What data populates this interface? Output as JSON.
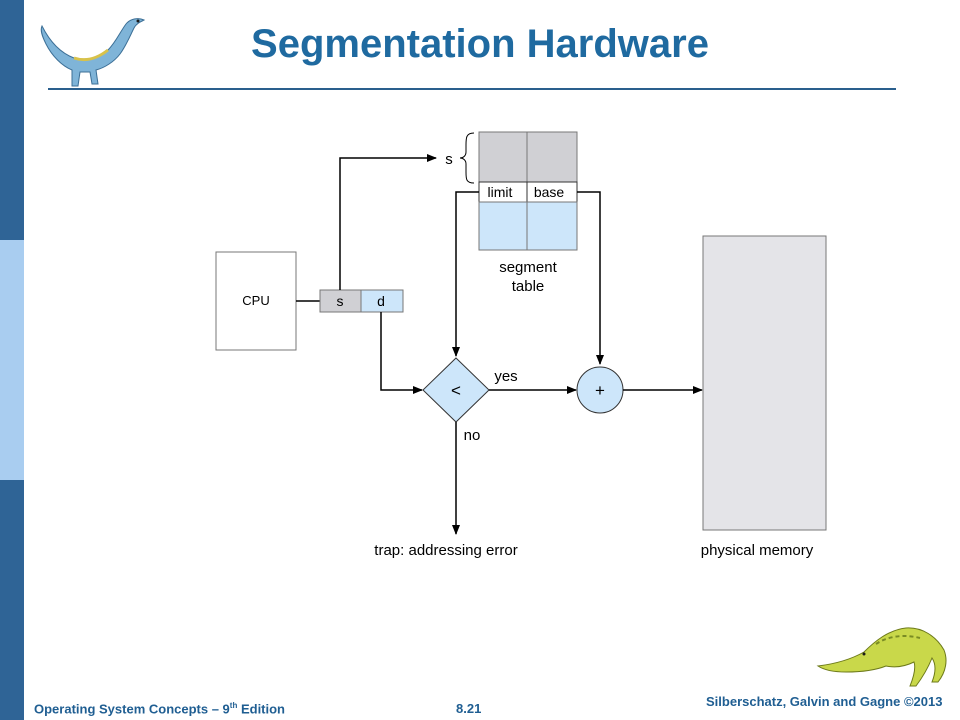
{
  "slide": {
    "title": "Segmentation Hardware"
  },
  "diagram": {
    "cpu_label": "CPU",
    "address_s": "s",
    "address_d": "d",
    "brace_label": "s",
    "table_col_limit": "limit",
    "table_col_base": "base",
    "table_caption_line1": "segment",
    "table_caption_line2": "table",
    "compare_symbol": "<",
    "yes_label": "yes",
    "no_label": "no",
    "adder_symbol": "+",
    "trap_label": "trap: addressing error",
    "memory_label": "physical memory"
  },
  "footer": {
    "book_title": "Operating System Concepts  –  9",
    "edition_sup": "th",
    "edition_word": " Edition",
    "page_number": "8.21",
    "copyright": "Silberschatz, Galvin and Gagne ©2013"
  },
  "colors": {
    "sidebar_dark": "#2f6496",
    "sidebar_light": "#a9cdf0",
    "title": "#1f6aa0",
    "light_blue_fill": "#cde6fa",
    "gray_fill": "#d0d0d4",
    "memory_fill": "#e4e4e8"
  }
}
